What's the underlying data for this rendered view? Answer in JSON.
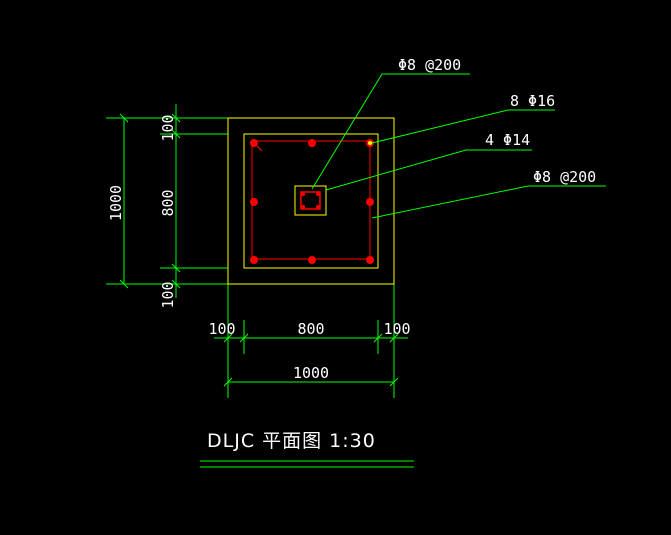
{
  "drawing": {
    "title": "DLJC 平面图 1:30",
    "colors": {
      "background": "#000000",
      "dimension": "#00ff00",
      "outline": "#ffff00",
      "rebar": "#ff0000",
      "text": "#ffffff"
    }
  },
  "annotations": {
    "stirrup_top": "Φ8 @200",
    "main_bars": "8 Φ16",
    "column_bars": "4 Φ14",
    "stirrup_side": "Φ8 @200"
  },
  "dimensions": {
    "left_top": "100",
    "left_middle": "800",
    "left_bottom": "100",
    "left_total": "1000",
    "bottom_left": "100",
    "bottom_middle": "800",
    "bottom_right": "100",
    "bottom_total": "1000"
  }
}
